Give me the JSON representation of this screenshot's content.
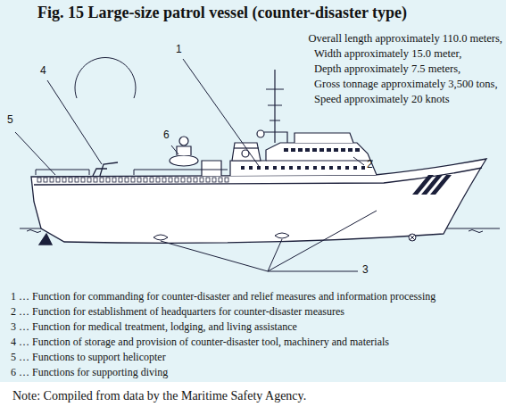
{
  "diagram": {
    "title": "Fig. 15 Large-size patrol vessel (counter-disaster type)",
    "caption": "Note: Compiled from data by the Maritime Safety Agency.",
    "labels": [
      "Overall length approximately 110.0 meters,",
      "Width approximately 15.0 meter,",
      "Depth approximately 7.5 meters,",
      "Gross tonnage approximately 3,500 tons,",
      "Speed approximately 20 knots",
      "1",
      "4",
      "5",
      "6",
      "2",
      "3",
      "1 … Function for commanding for counter-disaster and relief measures and information processing",
      "2 … Function for establishment of headquarters for counter-disaster measures",
      "3 … Function for medical treatment, lodging, and living assistance",
      "4 … Function of storage and provision of counter-disaster tool, machinery and materials",
      "5 … Functions to support helicopter",
      "6 … Functions for supporting diving"
    ]
  }
}
